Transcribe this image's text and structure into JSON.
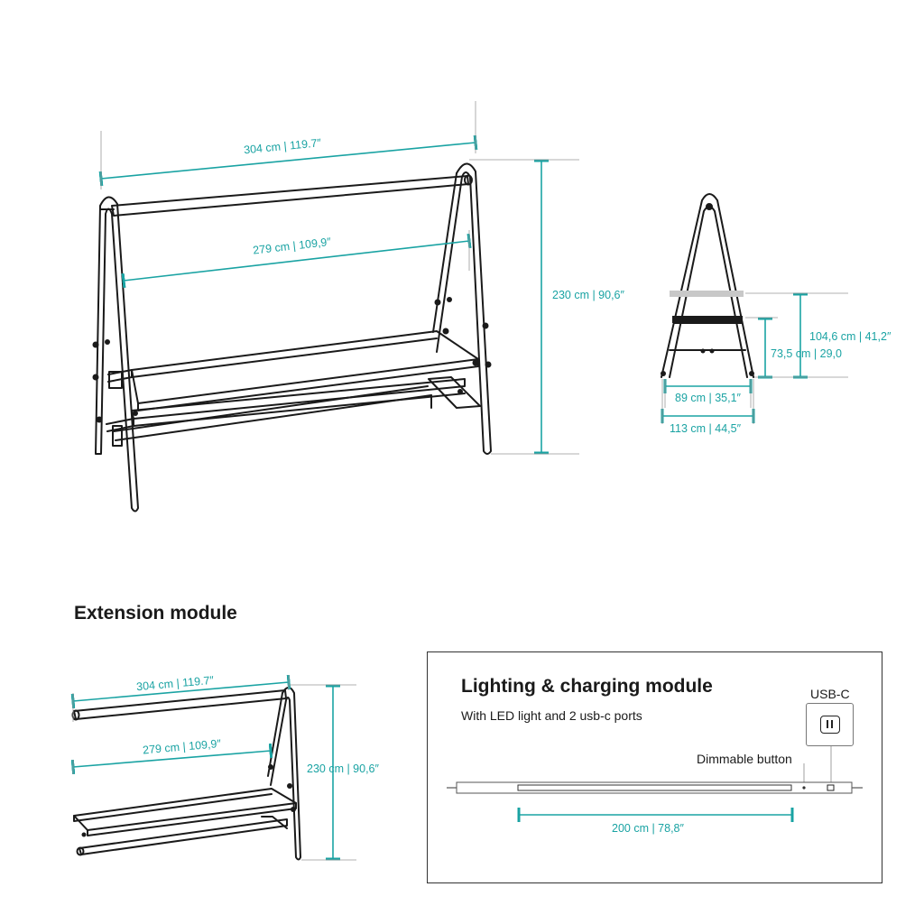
{
  "main": {
    "width_outer": "304 cm | 119.7″",
    "width_inner": "279 cm | 109,9″",
    "height": "230 cm | 90,6″"
  },
  "side": {
    "top_shelf_height": "104,6 cm | 41,2″",
    "shelf_height": "73,5 cm | 29,0",
    "inner_depth": "89 cm | 35,1″",
    "outer_depth": "113 cm | 44,5″"
  },
  "extension": {
    "title": "Extension module",
    "width_outer": "304 cm | 119.7″",
    "width_inner": "279 cm | 109,9″",
    "height": "230 cm | 90,6″"
  },
  "lighting": {
    "title": "Lighting & charging module",
    "subtitle": "With LED light and 2 usb-c ports",
    "usbc_label": "USB-C",
    "button_label": "Dimmable button",
    "length": "200 cm | 78,8″"
  },
  "colors": {
    "dimension": "#1aa3a3",
    "line": "#1a1a1a"
  }
}
